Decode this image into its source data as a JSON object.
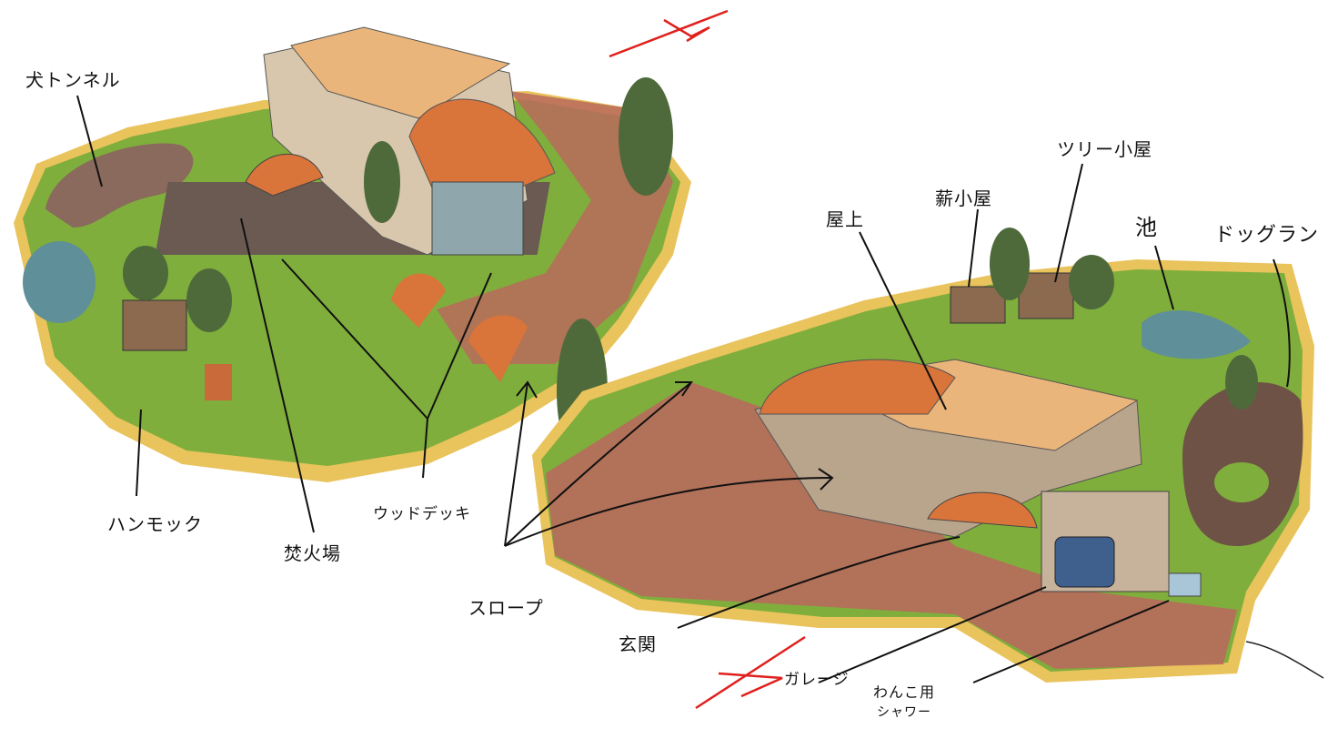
{
  "colors": {
    "grass": "#7fae3c",
    "border": "#e9c35c",
    "brick": "#b86a5c",
    "roof": "#d9743a",
    "rooftop": "#eab57a",
    "wall": "#d8c7ad",
    "water": "#5f8f98",
    "tree": "#4e6a3a",
    "deck": "#6a5a52",
    "car": "#3f5f8c",
    "north_mark": "#e0201c"
  },
  "labels": {
    "dog_tunnel": "犬トンネル",
    "hammock": "ハンモック",
    "fire_pit": "焚火場",
    "wood_deck": "ウッドデッキ",
    "slope": "スロープ",
    "entrance": "玄関",
    "garage": "ガレージ",
    "dog_shower_line1": "わんこ用",
    "dog_shower_line2": "シャワー",
    "rooftop": "屋上",
    "wood_shed": "薪小屋",
    "tree_house": "ツリー小屋",
    "pond": "池",
    "dog_run": "ドッグラン"
  }
}
